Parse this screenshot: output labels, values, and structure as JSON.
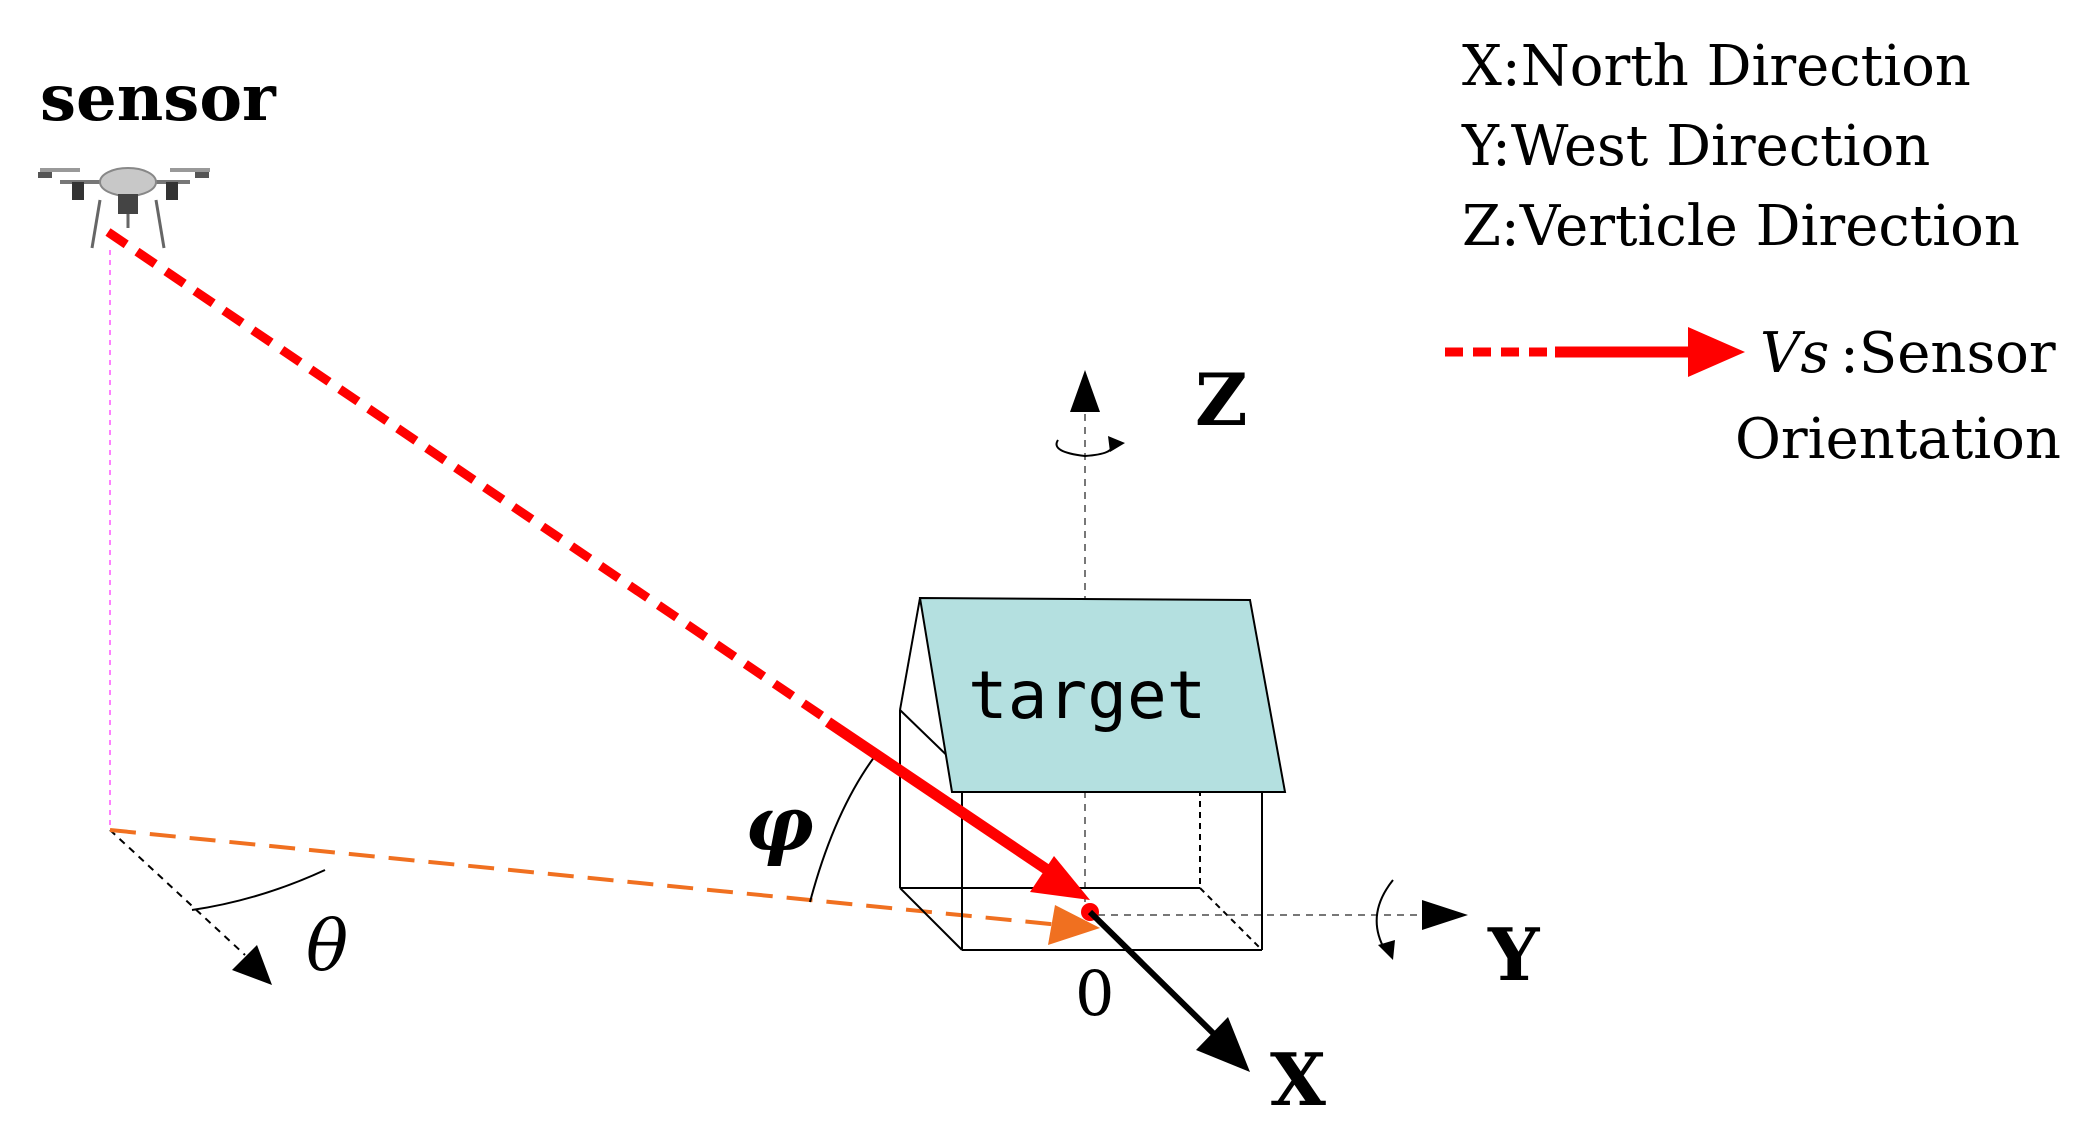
{
  "labels": {
    "sensor": "sensor",
    "target": "target",
    "z_axis": "Z",
    "y_axis": "Y",
    "x_axis": "X",
    "origin": "0",
    "phi": "φ",
    "theta": "θ"
  },
  "legend": {
    "x_line": "X:North Direction",
    "y_line": "Y:West Direction",
    "z_line": "Z:Verticle Direction",
    "vs_symbol": "Vs",
    "vs_suffix": ":Sensor",
    "vs_line2": "Orientation"
  },
  "icons": {
    "drone": "drone-icon"
  },
  "colors": {
    "sensor_vector": "#ff0000",
    "projection": "#f07020",
    "roof": "#b4e0e0",
    "drop_line": "#ff80ff",
    "axis": "#000000",
    "grid": "#777777"
  }
}
